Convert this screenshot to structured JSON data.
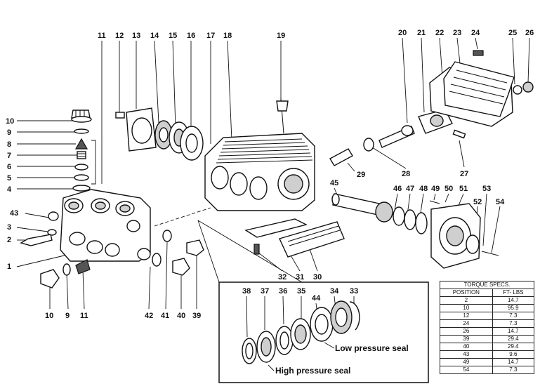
{
  "part_numbers_top": [
    "11",
    "12",
    "13",
    "14",
    "15",
    "16",
    "17",
    "18",
    "19",
    "20",
    "21",
    "22",
    "23",
    "24",
    "25",
    "26"
  ],
  "part_numbers_left": [
    "10",
    "9",
    "8",
    "7",
    "6",
    "5",
    "4",
    "43",
    "3",
    "2",
    "1"
  ],
  "part_numbers_bottom_left": [
    "10",
    "9",
    "11",
    "42",
    "41",
    "40",
    "39"
  ],
  "part_numbers_middle": [
    "29",
    "28",
    "27",
    "45",
    "46",
    "47",
    "48",
    "49",
    "50",
    "51",
    "52",
    "53",
    "54",
    "32",
    "31",
    "30"
  ],
  "part_numbers_inset": [
    "38",
    "37",
    "36",
    "35",
    "44",
    "34",
    "33"
  ],
  "inset": {
    "low_pressure_label": "Low pressure seal",
    "high_pressure_label": "High pressure seal"
  },
  "torque_table": {
    "caption": "TORQUE SPECS.",
    "headers": [
      "POSITION",
      "FT- LBS"
    ],
    "rows": [
      [
        "2",
        "14.7"
      ],
      [
        "10",
        "95.9"
      ],
      [
        "12",
        "7.3"
      ],
      [
        "24",
        "7.3"
      ],
      [
        "26",
        "14.7"
      ],
      [
        "39",
        "29.4"
      ],
      [
        "40",
        "29.4"
      ],
      [
        "43",
        "9.6"
      ],
      [
        "49",
        "14.7"
      ],
      [
        "54",
        "7.3"
      ]
    ]
  }
}
